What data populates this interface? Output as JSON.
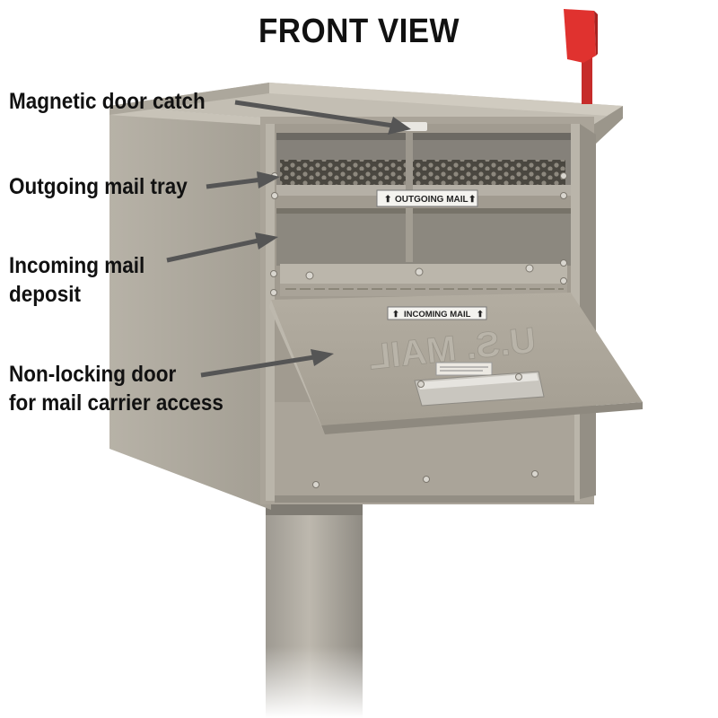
{
  "title": "FRONT VIEW",
  "callouts": [
    {
      "id": "magnetic-door-catch",
      "lines": [
        "Magnetic door catch"
      ]
    },
    {
      "id": "outgoing-mail-tray",
      "lines": [
        "Outgoing mail tray"
      ]
    },
    {
      "id": "incoming-mail-deposit",
      "lines": [
        "Incoming mail",
        "deposit"
      ]
    },
    {
      "id": "non-locking-door",
      "lines": [
        "Non-locking door",
        "for mail carrier access"
      ]
    }
  ],
  "tags": {
    "outgoing": "OUTGOING MAIL",
    "incoming": "INCOMING MAIL"
  },
  "embossed": "U.S. MAIL",
  "colors": {
    "mailbox_body": "#a8a297",
    "flag": "#d8322f",
    "arrow": "#555555"
  }
}
